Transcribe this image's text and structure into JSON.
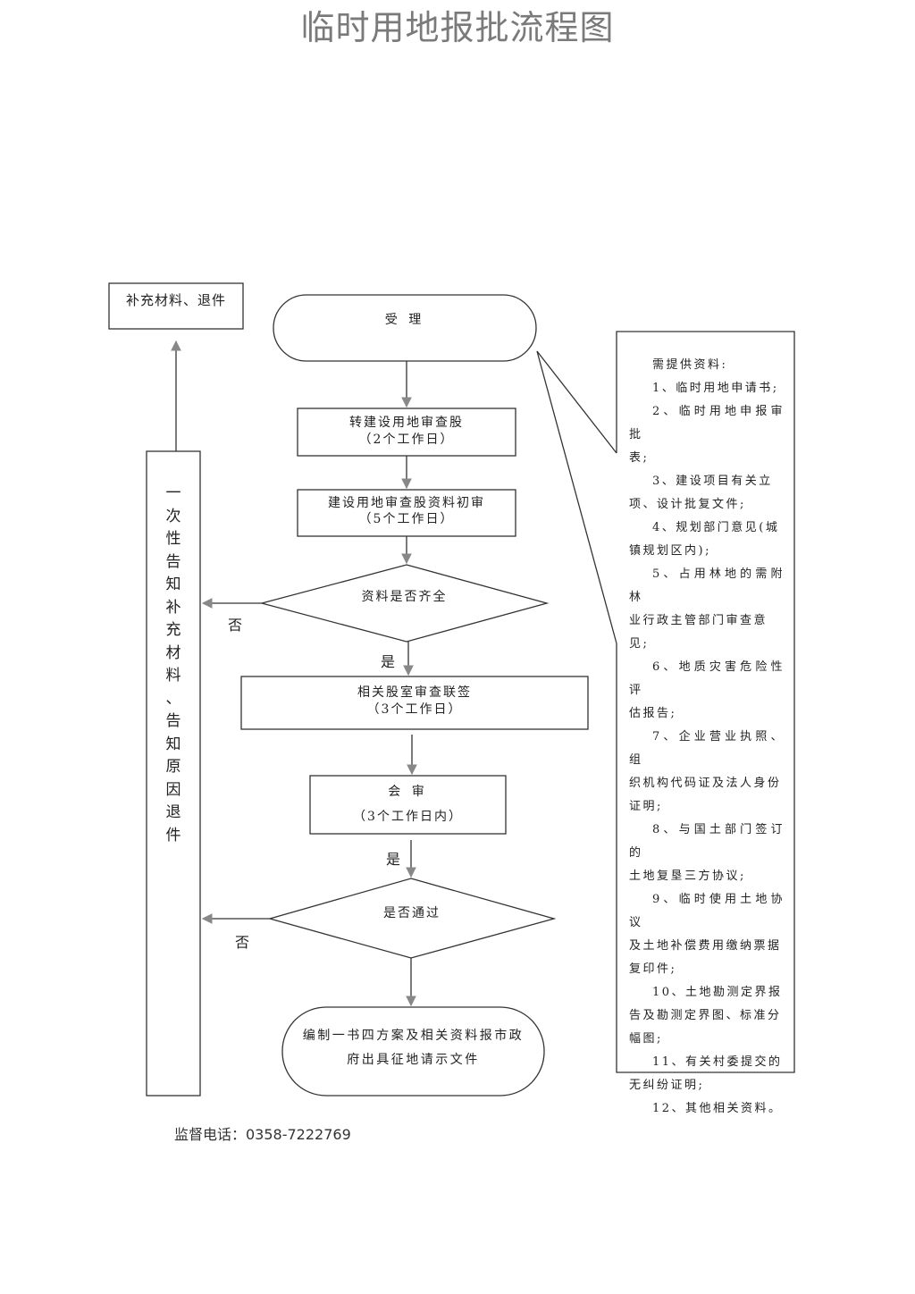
{
  "title": "临时用地报批流程图",
  "flow": {
    "supplement_box": "补充材料、退件",
    "start": "受 理",
    "step1": {
      "name": "转建设用地审查股",
      "duration": "（2个工作日）"
    },
    "step2": {
      "name": "建设用地审查股资料初审",
      "duration": "（5个工作日）"
    },
    "decision1": {
      "question": "资料是否齐全",
      "no_label": "否",
      "yes_label": "是"
    },
    "step3": {
      "name": "相关股室审查联签",
      "duration": "（3个工作日）"
    },
    "step4": {
      "name": "会 审",
      "duration": "（3个工作日内）",
      "yes_label": "是"
    },
    "decision2": {
      "question": "是否通过",
      "no_label": "否"
    },
    "end": {
      "line1": "编制一书四方案及相关资料报市政",
      "line2": "府出具征地请示文件"
    },
    "side_notice": [
      "一",
      "次",
      "性",
      "告",
      "知",
      "补",
      "充",
      "材",
      "料",
      "、",
      "告",
      "知",
      "原",
      "因",
      "退",
      "件"
    ]
  },
  "requirements": {
    "heading": "需提供资料:",
    "items": [
      {
        "text": "1、临时用地申请书;",
        "indent": true
      },
      {
        "text": "2、临时用地申报审批",
        "indent": true
      },
      {
        "text": "表;",
        "indent": false
      },
      {
        "text": "3、建设项目有关立",
        "indent": true
      },
      {
        "text": "项、设计批复文件;",
        "indent": false
      },
      {
        "text": "4、规划部门意见(城",
        "indent": true
      },
      {
        "text": "镇规划区内);",
        "indent": false
      },
      {
        "text": "5、占用林地的需附林",
        "indent": true
      },
      {
        "text": "业行政主管部门审查意",
        "indent": false
      },
      {
        "text": "见;",
        "indent": false
      },
      {
        "text": "6、地质灾害危险性评",
        "indent": true
      },
      {
        "text": "估报告;",
        "indent": false
      },
      {
        "text": "7、企业营业执照、组",
        "indent": true
      },
      {
        "text": "织机构代码证及法人身份",
        "indent": false
      },
      {
        "text": "证明;",
        "indent": false
      },
      {
        "text": "8、与国土部门签订的",
        "indent": true
      },
      {
        "text": "土地复垦三方协议;",
        "indent": false
      },
      {
        "text": "9、临时使用土地协议",
        "indent": true
      },
      {
        "text": "及土地补偿费用缴纳票据",
        "indent": false
      },
      {
        "text": "复印件;",
        "indent": false
      },
      {
        "text": "10、土地勘测定界报",
        "indent": true
      },
      {
        "text": "告及勘测定界图、标准分",
        "indent": false
      },
      {
        "text": "幅图;",
        "indent": false
      },
      {
        "text": "11、有关村委提交的",
        "indent": true
      },
      {
        "text": "无纠纷证明;",
        "indent": false
      },
      {
        "text": "12、其他相关资料。",
        "indent": true
      }
    ]
  },
  "footer": "监督电话：0358-7222769"
}
